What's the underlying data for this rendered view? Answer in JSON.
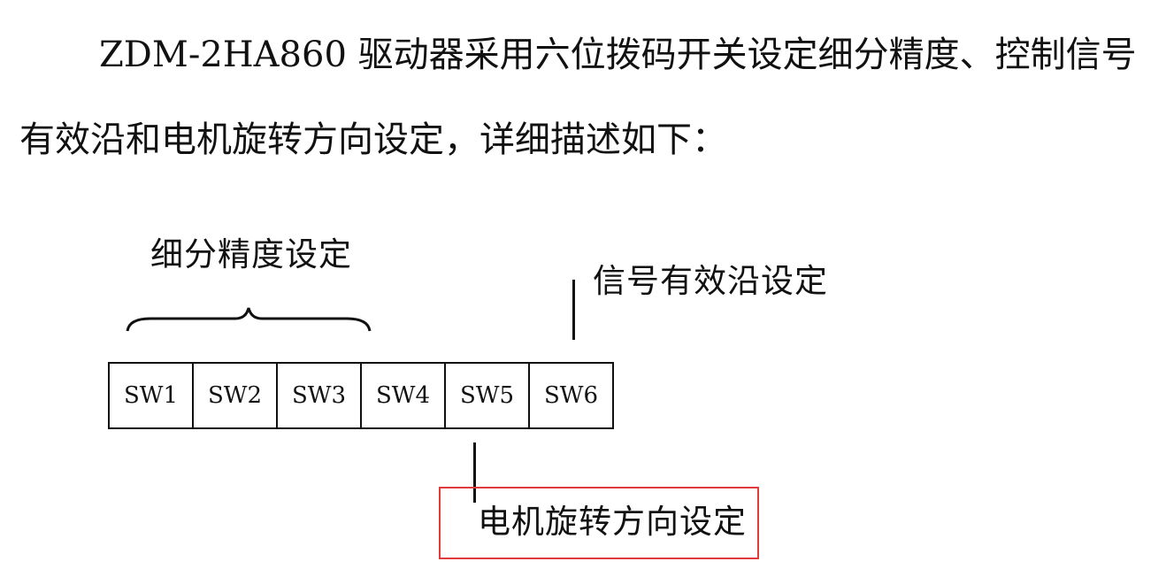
{
  "paragraph": {
    "line1": "ZDM-2HA860 驱动器采用六位拨码开关设定细分精度、控制信号",
    "line2": "有效沿和电机旋转方向设定，详细描述如下："
  },
  "diagram": {
    "subdivision_label": "细分精度设定",
    "signal_edge_label": "信号有效沿设定",
    "direction_label": "电机旋转方向设定",
    "switches": [
      "SW1",
      "SW2",
      "SW3",
      "SW4",
      "SW5",
      "SW6"
    ],
    "highlight_color": "#e23b3b"
  }
}
